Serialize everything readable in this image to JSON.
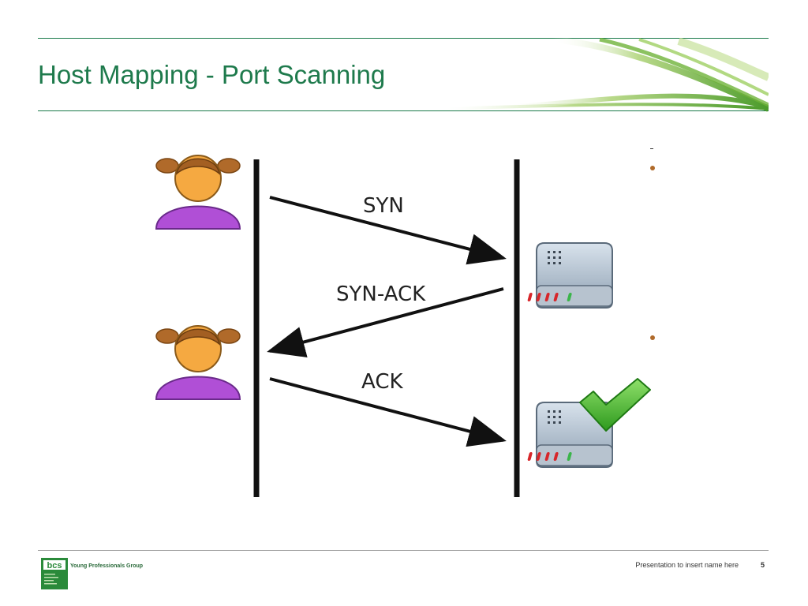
{
  "slide": {
    "title": "Host Mapping - Port Scanning",
    "footer_text": "Presentation to insert name here",
    "page_number": "5"
  },
  "diagram": {
    "messages": [
      "SYN",
      "SYN-ACK",
      "ACK"
    ]
  },
  "branding": {
    "logo_text": "bcs",
    "group_name": "Young Professionals Group",
    "accent_color": "#1e7a4c",
    "swoosh_color": "#7ac143"
  },
  "icons": [
    "person-icon",
    "server-icon",
    "checkmark-icon"
  ]
}
